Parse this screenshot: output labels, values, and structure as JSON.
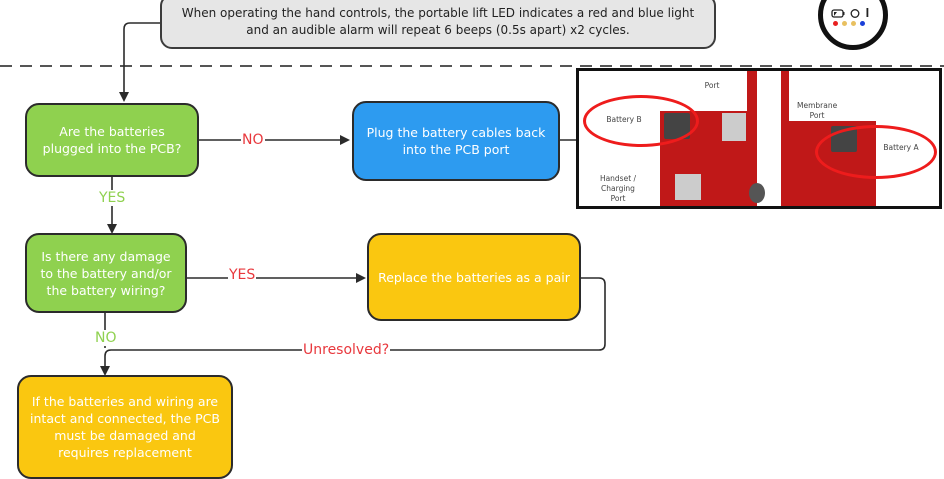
{
  "header": {
    "note": "When operating the hand controls, the portable lift LED indicates a red and blue light and an audible alarm will repeat 6 beeps (0.5s apart) x2 cycles."
  },
  "led_indicator": {
    "icons": [
      "battery-icon",
      "power-ring-icon",
      "alert-bar-icon"
    ],
    "dots": [
      {
        "name": "led-red",
        "color": "#e82020"
      },
      {
        "name": "led-amber-1",
        "color": "#e8c060"
      },
      {
        "name": "led-amber-2",
        "color": "#e8c060"
      },
      {
        "name": "led-blue",
        "color": "#1a3fd8"
      }
    ]
  },
  "nodes": {
    "q1": "Are the batteries plugged into the PCB?",
    "a1": "Plug the battery cables back into the PCB port",
    "q2": "Is there any damage to the battery and/or the battery wiring?",
    "a2": "Replace the batteries as a pair",
    "a3": "If the batteries and wiring are intact and connected, the PCB must be damaged and requires replacement"
  },
  "edges": {
    "q1_no": "NO",
    "q1_yes": "YES",
    "q2_yes": "YES",
    "q2_no": "NO",
    "unresolved": "Unresolved?"
  },
  "pcb_image": {
    "port_top": "Port",
    "battery_b": "Battery B",
    "handset": "Handset / Charging Port",
    "membrane": "Membrane Port",
    "battery_a": "Battery A"
  },
  "colors": {
    "decision": "#8fd14f",
    "action_blue": "#2d9bf0",
    "action_yellow": "#fac710",
    "label_red": "#e8383d",
    "label_green": "#8fd14f"
  }
}
